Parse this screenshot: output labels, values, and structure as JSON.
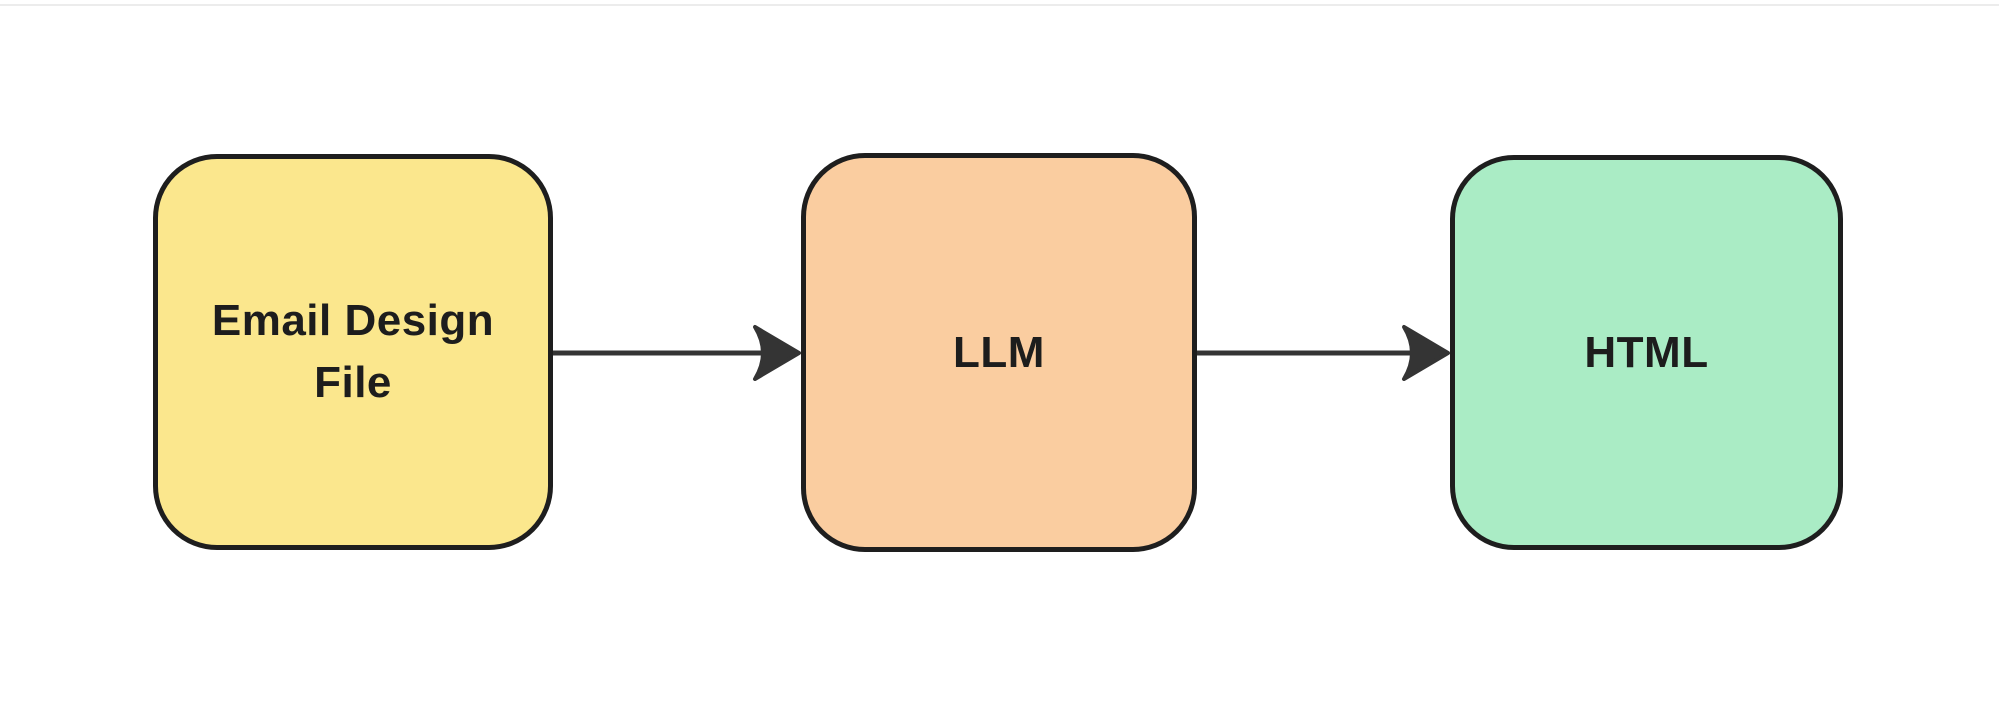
{
  "diagram": {
    "background": "#ffffff",
    "stroke_color": "#1e1e1e",
    "arrow_color": "#343434",
    "text_color": "#1d1d1d",
    "nodes": [
      {
        "id": "email-design-file",
        "label": "Email Design File",
        "fill": "#fbe78d"
      },
      {
        "id": "llm",
        "label": "LLM",
        "fill": "#facda0"
      },
      {
        "id": "html",
        "label": "HTML",
        "fill": "#aaecc5"
      }
    ],
    "edges": [
      {
        "from": "email-design-file",
        "to": "llm"
      },
      {
        "from": "llm",
        "to": "html"
      }
    ]
  }
}
